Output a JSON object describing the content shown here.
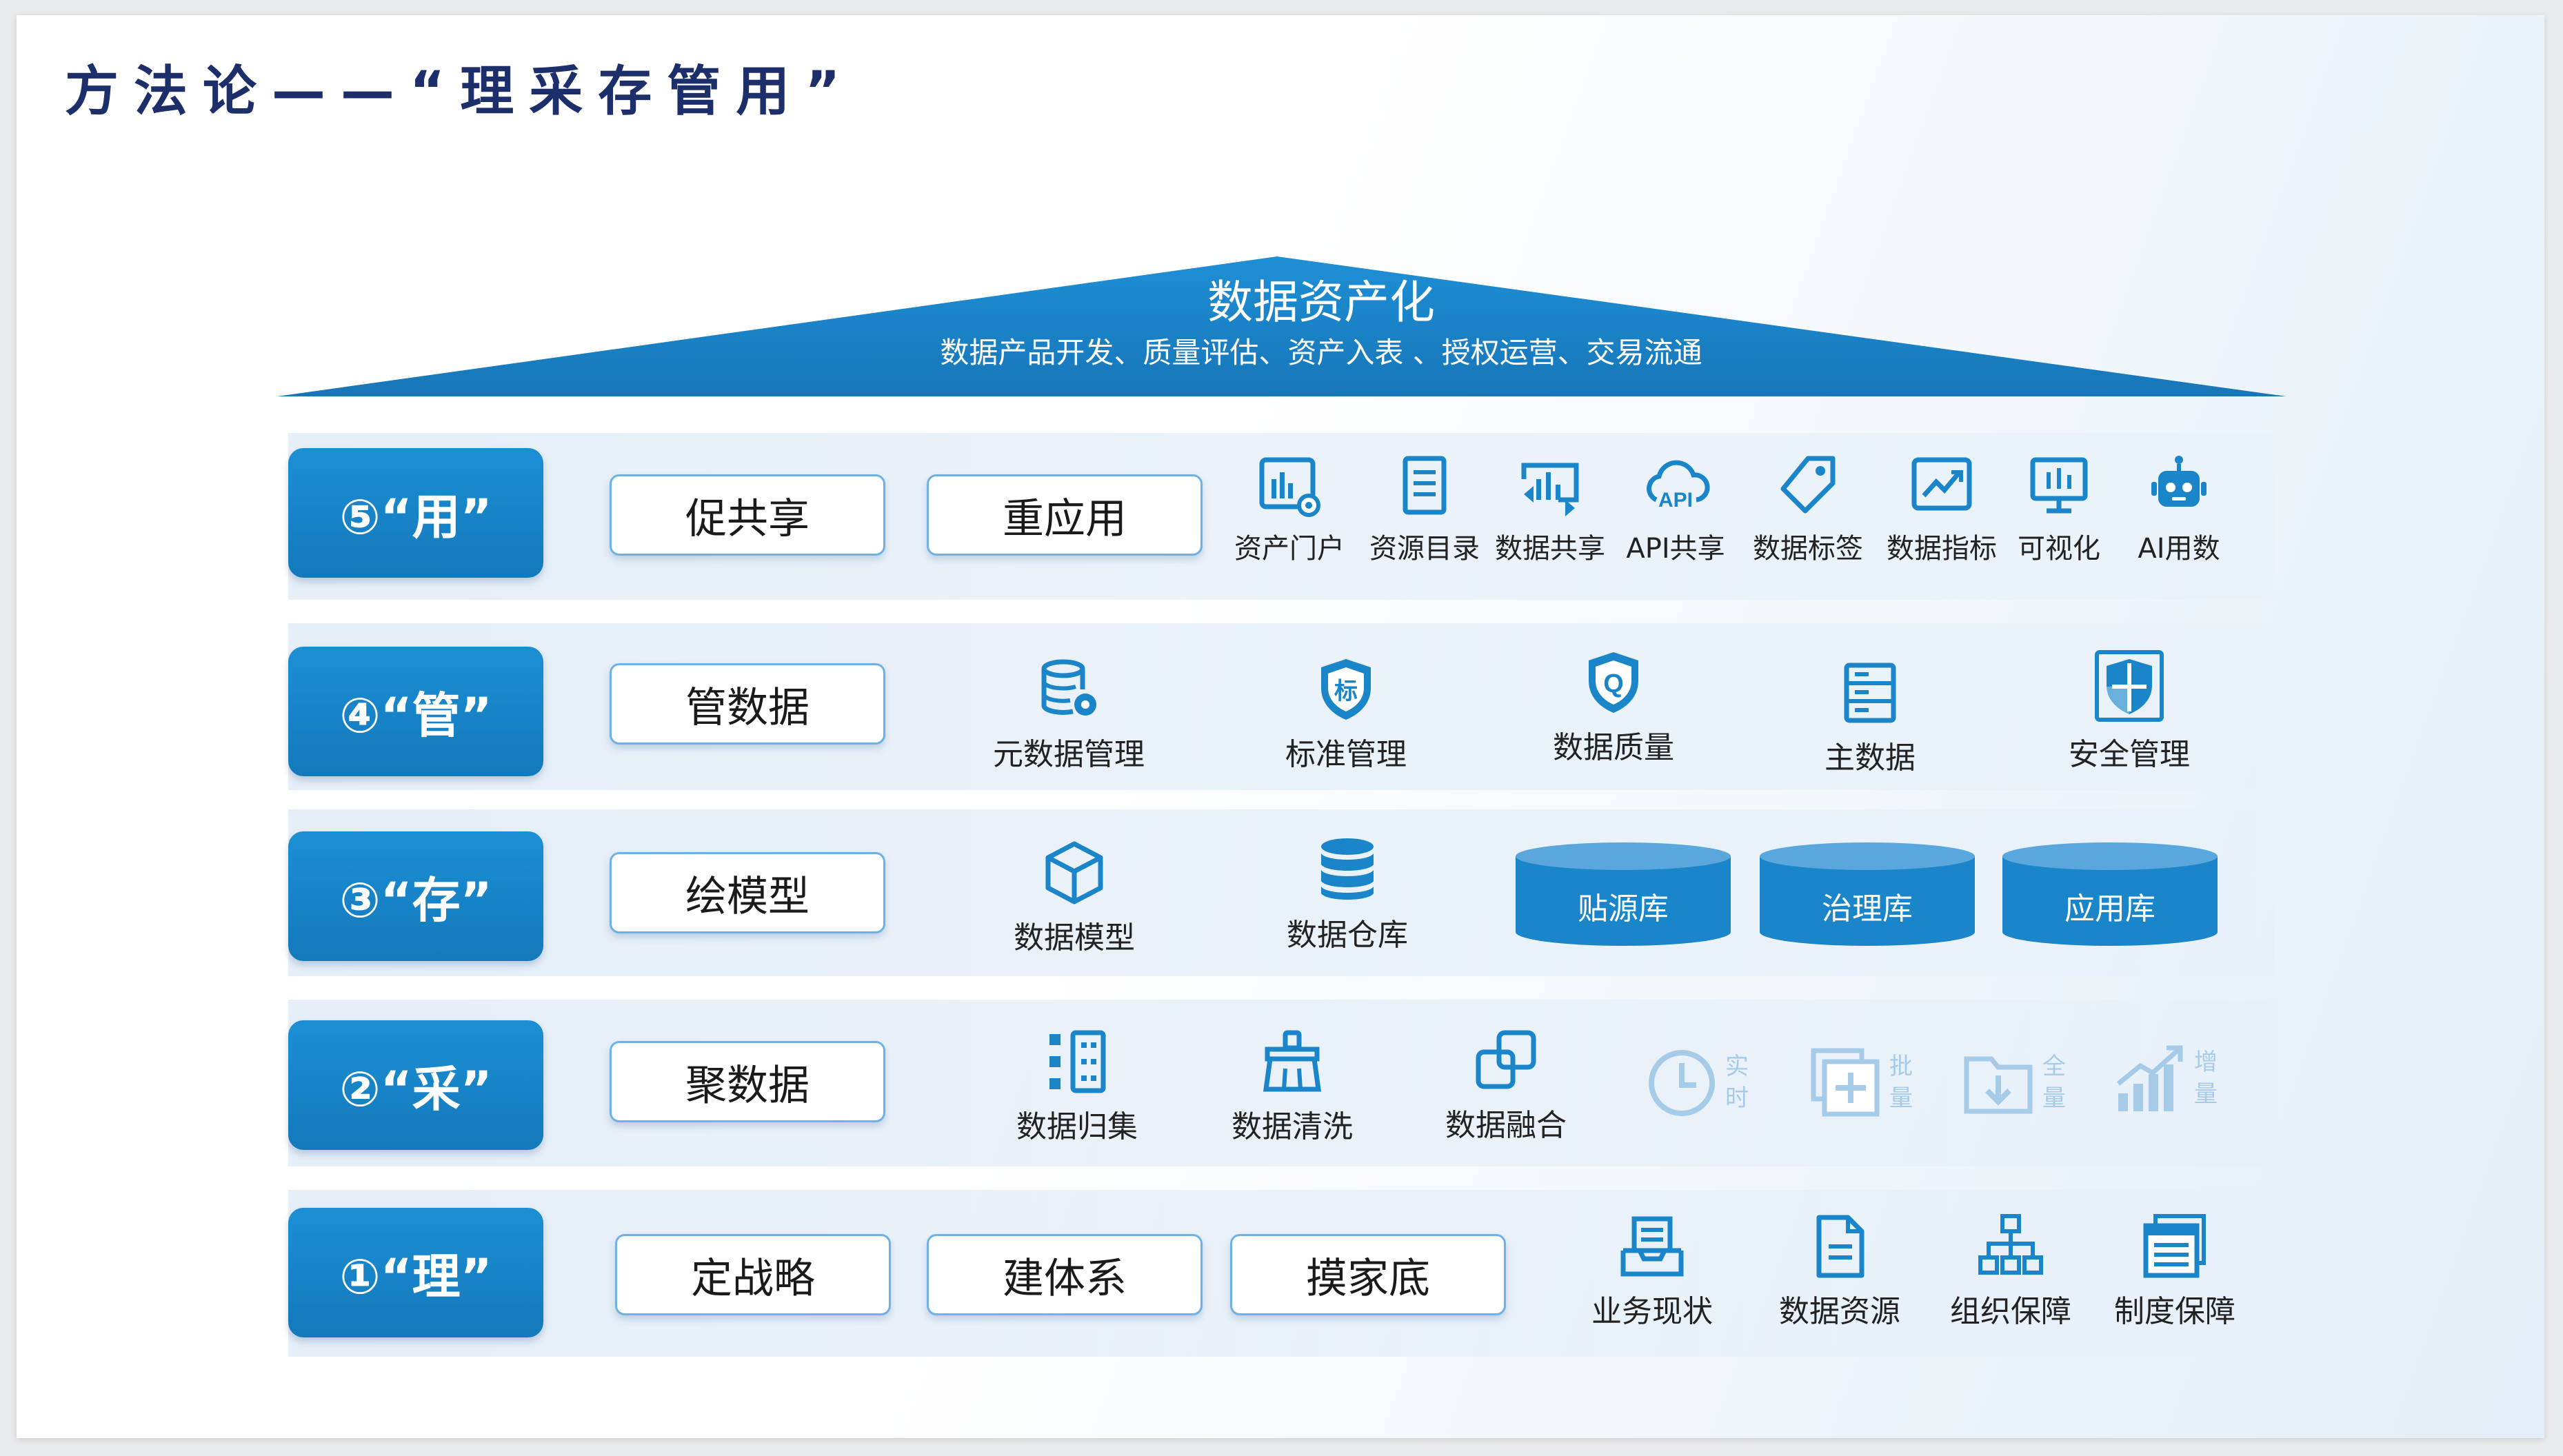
{
  "title": "方法论——“理采存管用”",
  "roof": {
    "title": "数据资产化",
    "subtitle": "数据产品开发、质量评估、资产入表 、授权运营、交易流通"
  },
  "colors": {
    "primary": "#1a85c9",
    "dark_text": "#1d2f6b",
    "pill_border": "#6fb1e2",
    "faded_icon": "#a6cbe8"
  },
  "rows": {
    "use": {
      "label": "⑤“用”",
      "pills": [
        "促共享",
        "重应用"
      ],
      "items": [
        {
          "label": "资产门户",
          "icon": "dashboard-eye-icon"
        },
        {
          "label": "资源目录",
          "icon": "document-list-icon"
        },
        {
          "label": "数据共享",
          "icon": "share-chart-icon"
        },
        {
          "label": "API共享",
          "icon": "api-cloud-icon"
        },
        {
          "label": "数据标签",
          "icon": "tag-icon"
        },
        {
          "label": "数据指标",
          "icon": "trend-chart-icon"
        },
        {
          "label": "可视化",
          "icon": "monitor-chart-icon"
        },
        {
          "label": "AI用数",
          "icon": "robot-icon"
        }
      ]
    },
    "manage": {
      "label": "④“管”",
      "pills": [
        "管数据"
      ],
      "items": [
        {
          "label": "元数据管理",
          "icon": "database-gear-icon"
        },
        {
          "label": "标准管理",
          "icon": "standard-shield-icon"
        },
        {
          "label": "数据质量",
          "icon": "quality-shield-icon"
        },
        {
          "label": "主数据",
          "icon": "server-stack-icon"
        },
        {
          "label": "安全管理",
          "icon": "security-shield-icon"
        }
      ]
    },
    "store": {
      "label": "③“存”",
      "pills": [
        "绘模型"
      ],
      "items": [
        {
          "label": "数据模型",
          "icon": "cube-icon"
        },
        {
          "label": "数据仓库",
          "icon": "database-stack-icon"
        }
      ],
      "cylinders": [
        "贴源库",
        "治理库",
        "应用库"
      ]
    },
    "collect": {
      "label": "②“采”",
      "pills": [
        "聚数据"
      ],
      "items": [
        {
          "label": "数据归集",
          "icon": "collect-grid-icon"
        },
        {
          "label": "数据清洗",
          "icon": "broom-icon"
        },
        {
          "label": "数据融合",
          "icon": "merge-squares-icon"
        }
      ],
      "modes": [
        {
          "label": "实时",
          "icon": "clock-icon"
        },
        {
          "label": "批量",
          "icon": "batch-add-icon"
        },
        {
          "label": "全量",
          "icon": "folder-download-icon"
        },
        {
          "label": "增量",
          "icon": "growth-bars-icon"
        }
      ]
    },
    "govern": {
      "label": "①“理”",
      "pills": [
        "定战略",
        "建体系",
        "摸家底"
      ],
      "items": [
        {
          "label": "业务现状",
          "icon": "inbox-doc-icon"
        },
        {
          "label": "数据资源",
          "icon": "document-icon"
        },
        {
          "label": "组织保障",
          "icon": "org-chart-icon"
        },
        {
          "label": "制度保障",
          "icon": "policy-list-icon"
        }
      ]
    }
  }
}
